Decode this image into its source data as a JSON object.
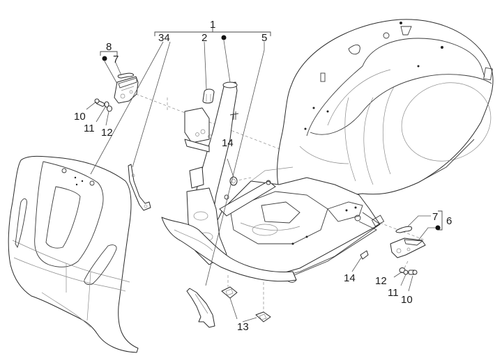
{
  "diagram": {
    "type": "exploded-parts-diagram",
    "subject": "scooter body frame",
    "callouts": [
      {
        "id": "c1",
        "label": "1"
      },
      {
        "id": "c34",
        "label": "34"
      },
      {
        "id": "c2",
        "label": "2"
      },
      {
        "id": "c5",
        "label": "5"
      },
      {
        "id": "c8",
        "label": "8"
      },
      {
        "id": "c7a",
        "label": "7"
      },
      {
        "id": "c10a",
        "label": "10"
      },
      {
        "id": "c11a",
        "label": "11"
      },
      {
        "id": "c12a",
        "label": "12"
      },
      {
        "id": "c14a",
        "label": "14"
      },
      {
        "id": "c7b",
        "label": "7"
      },
      {
        "id": "c6",
        "label": "6"
      },
      {
        "id": "c14b",
        "label": "14"
      },
      {
        "id": "c12b",
        "label": "12"
      },
      {
        "id": "c11b",
        "label": "11"
      },
      {
        "id": "c10b",
        "label": "10"
      },
      {
        "id": "c13",
        "label": "13"
      }
    ],
    "kit_markers": [
      {
        "id": "m1",
        "group": "1",
        "symbol": "bullet"
      },
      {
        "id": "m8",
        "group": "8",
        "symbol": "bullet"
      },
      {
        "id": "m6",
        "group": "6",
        "symbol": "bullet"
      }
    ],
    "parts": [
      {
        "name": "rear-body-shell",
        "ref": "1"
      },
      {
        "name": "steering-tube-frame",
        "ref": "1"
      },
      {
        "name": "floor-pan",
        "ref": "1"
      },
      {
        "name": "front-legshield",
        "ref": "34"
      },
      {
        "name": "legshield-bracket",
        "ref": "34"
      },
      {
        "name": "bushing",
        "ref": "2"
      },
      {
        "name": "side-cover-strip",
        "ref": "5"
      },
      {
        "name": "left-hook-assembly",
        "ref": "8"
      },
      {
        "name": "right-hook-assembly",
        "ref": "6"
      },
      {
        "name": "wire-clip",
        "ref": "7"
      },
      {
        "name": "screw",
        "ref": "10"
      },
      {
        "name": "washer",
        "ref": "11"
      },
      {
        "name": "spacer",
        "ref": "12"
      },
      {
        "name": "rubber-plug",
        "ref": "13"
      },
      {
        "name": "grommet",
        "ref": "14"
      }
    ]
  }
}
